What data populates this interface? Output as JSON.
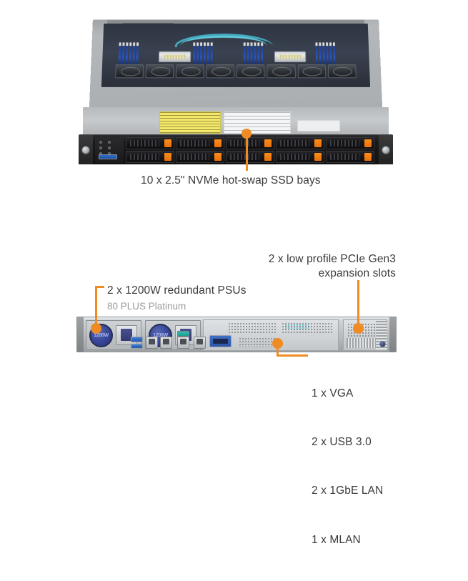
{
  "diagram": {
    "title": "Server chassis feature callouts",
    "accent_color": "#ef8b22",
    "text_color": "#3a3a3a",
    "subtext_color": "#9a9a9a",
    "background_color": "#ffffff"
  },
  "callouts": {
    "ssd_bays": {
      "label": "10 x 2.5\" NVMe hot-swap SSD bays",
      "target": "front-drive-bays"
    },
    "pcie": {
      "line1": "2 x low profile PCIe Gen3",
      "line2": "expansion slots",
      "target": "rear-pcie-expansion-area"
    },
    "psu": {
      "label": "2 x 1200W redundant PSUs",
      "sublabel": "80 PLUS Platinum",
      "target": "rear-power-supply-modules"
    },
    "rear_ports": {
      "items": [
        "1 x VGA",
        "2 x USB 3.0",
        "2 x 1GbE LAN",
        "1 x MLAN"
      ],
      "target": "rear-io-ports"
    }
  },
  "top_server": {
    "view": "open chassis top-down with front bezel",
    "front_panel": {
      "drive_bay_columns": 5,
      "drive_bay_rows": 2,
      "drive_bay_total": 10,
      "latch_color": "#ef7c12",
      "front_usb": "usb-port"
    },
    "interior": {
      "dimm_banks": 4,
      "dimm_per_bank": 6,
      "cpu_heatsinks": 2,
      "fans": 8,
      "cable_color": "#45b3c9",
      "warning_label": "warning-label",
      "diagram_label": "service-diagram-label"
    }
  },
  "rear_server": {
    "view": "rear I/O panel",
    "psu_modules": [
      {
        "power_label": "1200W"
      },
      {
        "power_label": "1200W"
      }
    ],
    "ports": {
      "vga": 1,
      "usb3": 2,
      "gbe_lan": 2,
      "mlan": 1
    },
    "pcie_slots": 2
  }
}
